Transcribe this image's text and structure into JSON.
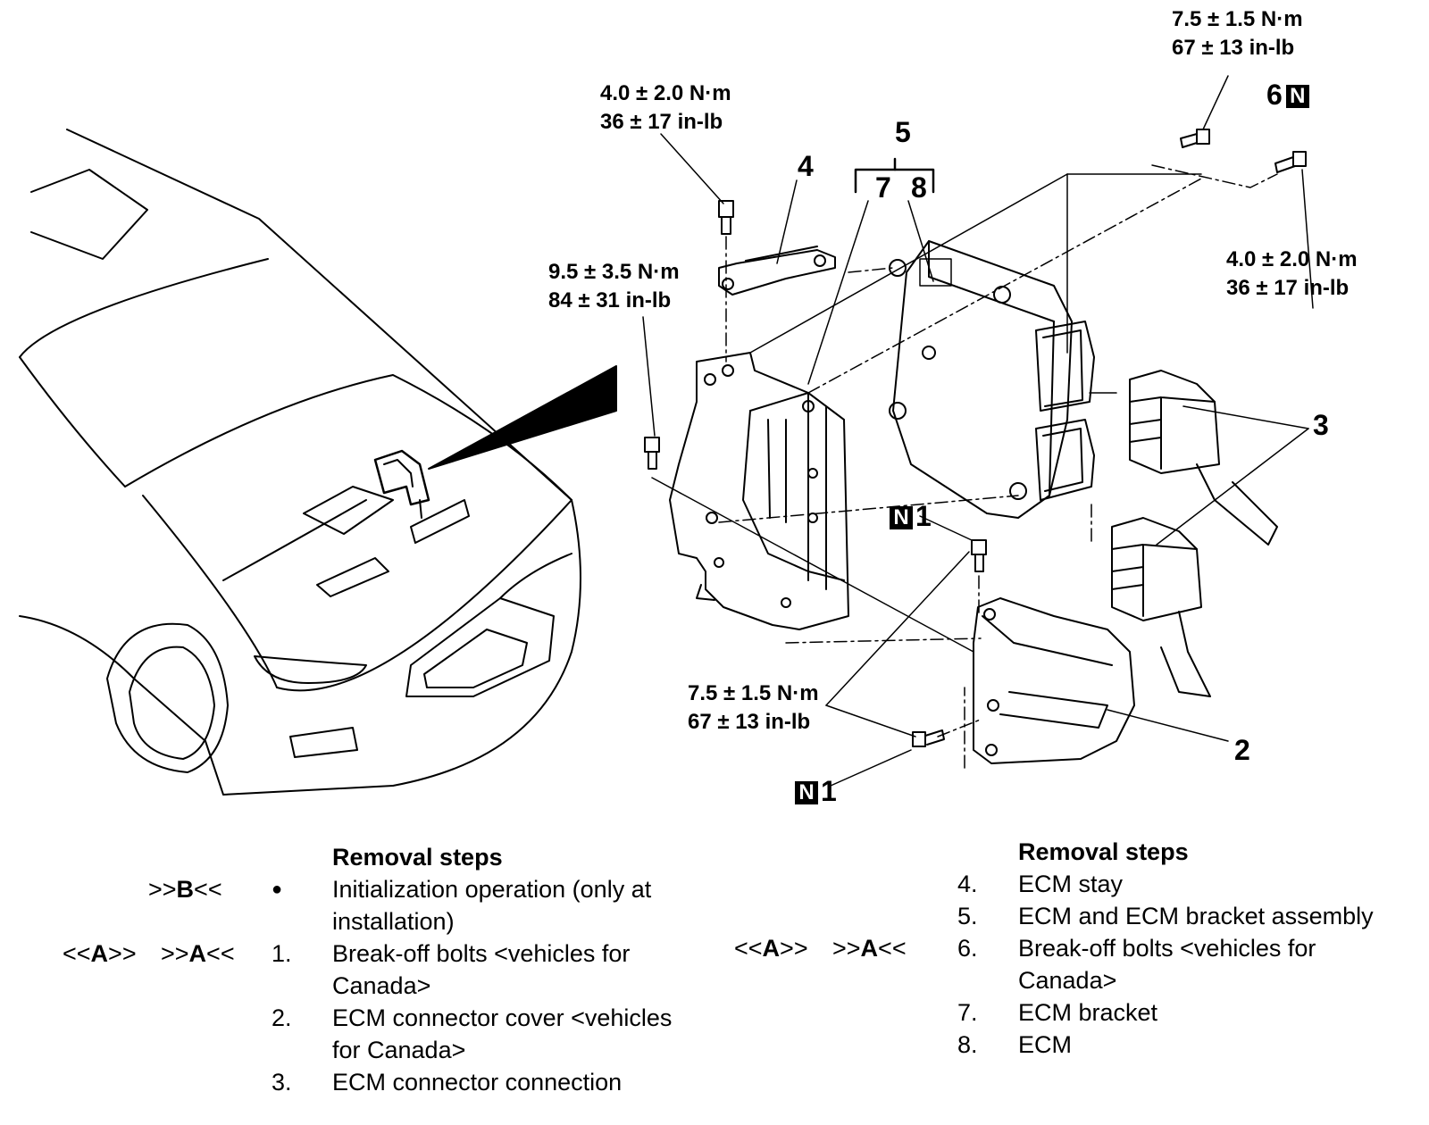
{
  "torque_labels": {
    "t1": [
      "7.5 ± 1.5 N·m",
      "67 ± 13 in-lb"
    ],
    "t2": [
      "4.0 ± 2.0 N·m",
      "36 ± 17 in-lb"
    ],
    "t3": [
      "9.5 ± 3.5 N·m",
      "84 ± 31 in-lb"
    ],
    "t4": [
      "4.0 ± 2.0 N·m",
      "36 ± 17 in-lb"
    ],
    "t5": [
      "7.5 ± 1.5 N·m",
      "67 ± 13 in-lb"
    ]
  },
  "callouts": {
    "n2": "2",
    "n3": "3",
    "n4": "4",
    "n5": "5",
    "n6": "6",
    "n7": "7",
    "n8": "8",
    "n1a": "1",
    "n1b": "1",
    "new_part_mark": "N"
  },
  "removal_left": {
    "heading": "Removal steps",
    "rows": [
      {
        "code_pre": ">>",
        "code_mid": "B",
        "code_post": "<<",
        "marker": "●",
        "text": "Initialization operation (only at",
        "text2": "installation)"
      },
      {
        "code_a_pre": "<<",
        "code_a_mid": "A",
        "code_a_post": ">>",
        "code_b_pre": ">>",
        "code_b_mid": "A",
        "code_b_post": "<<",
        "marker": "1.",
        "text": "Break-off bolts <vehicles for",
        "text2": "Canada>"
      },
      {
        "marker": "2.",
        "text": "ECM connector cover <vehicles",
        "text2": "for Canada>"
      },
      {
        "marker": "3.",
        "text": "ECM connector connection"
      }
    ]
  },
  "removal_right": {
    "heading": "Removal steps",
    "rows": [
      {
        "marker": "4.",
        "text": "ECM stay"
      },
      {
        "marker": "5.",
        "text": "ECM and ECM bracket assembly"
      },
      {
        "code_a_pre": "<<",
        "code_a_mid": "A",
        "code_a_post": ">>",
        "code_b_pre": ">>",
        "code_b_mid": "A",
        "code_b_post": "<<",
        "marker": "6.",
        "text": "Break-off bolts <vehicles for",
        "text2": "Canada>"
      },
      {
        "marker": "7.",
        "text": "ECM bracket"
      },
      {
        "marker": "8.",
        "text": "ECM"
      }
    ]
  }
}
